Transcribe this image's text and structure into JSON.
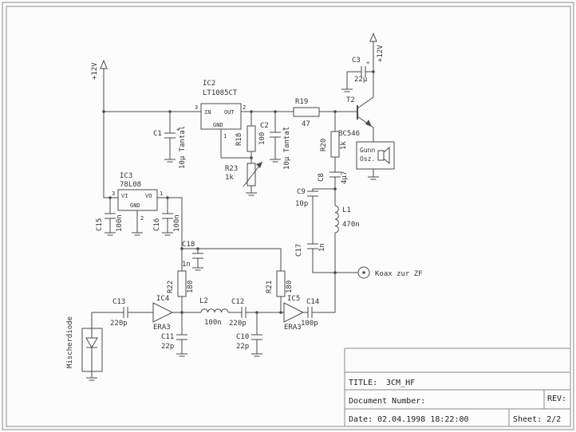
{
  "colors": {
    "line": "#4a4a4a",
    "text": "#333333",
    "bg": "#fcfcfc"
  },
  "power": {
    "vcc_left": "+12V",
    "vcc_right": "+12V"
  },
  "components": {
    "c1": {
      "name": "C1",
      "value": "10µ Tantal",
      "plus": "+"
    },
    "ic2": {
      "name": "IC2",
      "part": "LT1085CT",
      "pin_in": "IN",
      "pin_out": "OUT",
      "pin_gnd": "GND",
      "num_in": "3",
      "num_out": "2",
      "num_gnd": "1"
    },
    "r18": {
      "name": "R18",
      "value": "100"
    },
    "r23": {
      "name": "R23",
      "value": "1k"
    },
    "c2": {
      "name": "C2",
      "value": "10µ Tantal",
      "plus": "+"
    },
    "r19": {
      "name": "R19",
      "value": "47"
    },
    "t2": {
      "name": "T2",
      "part": "BC546"
    },
    "c3": {
      "name": "C3",
      "value": "22µ",
      "plus": "+"
    },
    "gunn": {
      "line1": "Gunn",
      "line2": "Osz."
    },
    "r20": {
      "name": "R20",
      "value": "1k"
    },
    "c8": {
      "name": "C8",
      "value": "4µ7"
    },
    "c9": {
      "name": "C9",
      "value": "10p"
    },
    "l1": {
      "name": "L1",
      "value": "470n"
    },
    "c17": {
      "name": "C17",
      "value": "1n"
    },
    "koax": {
      "label": "Koax zur ZF"
    },
    "ic3": {
      "name": "IC3",
      "part": "78L08",
      "pin_vi": "VI",
      "pin_vo": "VO",
      "pin_gnd": "GND",
      "num_vi": "3",
      "num_vo": "1",
      "num_gnd": "2"
    },
    "c15": {
      "name": "C15",
      "value": "100n"
    },
    "c16": {
      "name": "C16",
      "value": "100n"
    },
    "c18": {
      "name": "C18",
      "value": "1n"
    },
    "r22": {
      "name": "R22",
      "value": "180"
    },
    "r21": {
      "name": "R21",
      "value": "180"
    },
    "mischerdiode": {
      "label": "Mischerdiode"
    },
    "c13": {
      "name": "C13",
      "value": "220p"
    },
    "ic4": {
      "name": "IC4",
      "part": "ERA3"
    },
    "c11": {
      "name": "C11",
      "value": "22p"
    },
    "l2": {
      "name": "L2",
      "value": "100n"
    },
    "c12": {
      "name": "C12",
      "value": "220p"
    },
    "c10": {
      "name": "C10",
      "value": "22p"
    },
    "ic5": {
      "name": "IC5",
      "part": "ERA3"
    },
    "c14": {
      "name": "C14",
      "value": "100p"
    }
  },
  "titleblock": {
    "title_label": "TITLE:",
    "title": "3CM_HF",
    "docnum_label": "Document Number:",
    "rev_label": "REV:",
    "date": "Date: 02.04.1998 18:22:00",
    "sheet": "Sheet: 2/2"
  }
}
